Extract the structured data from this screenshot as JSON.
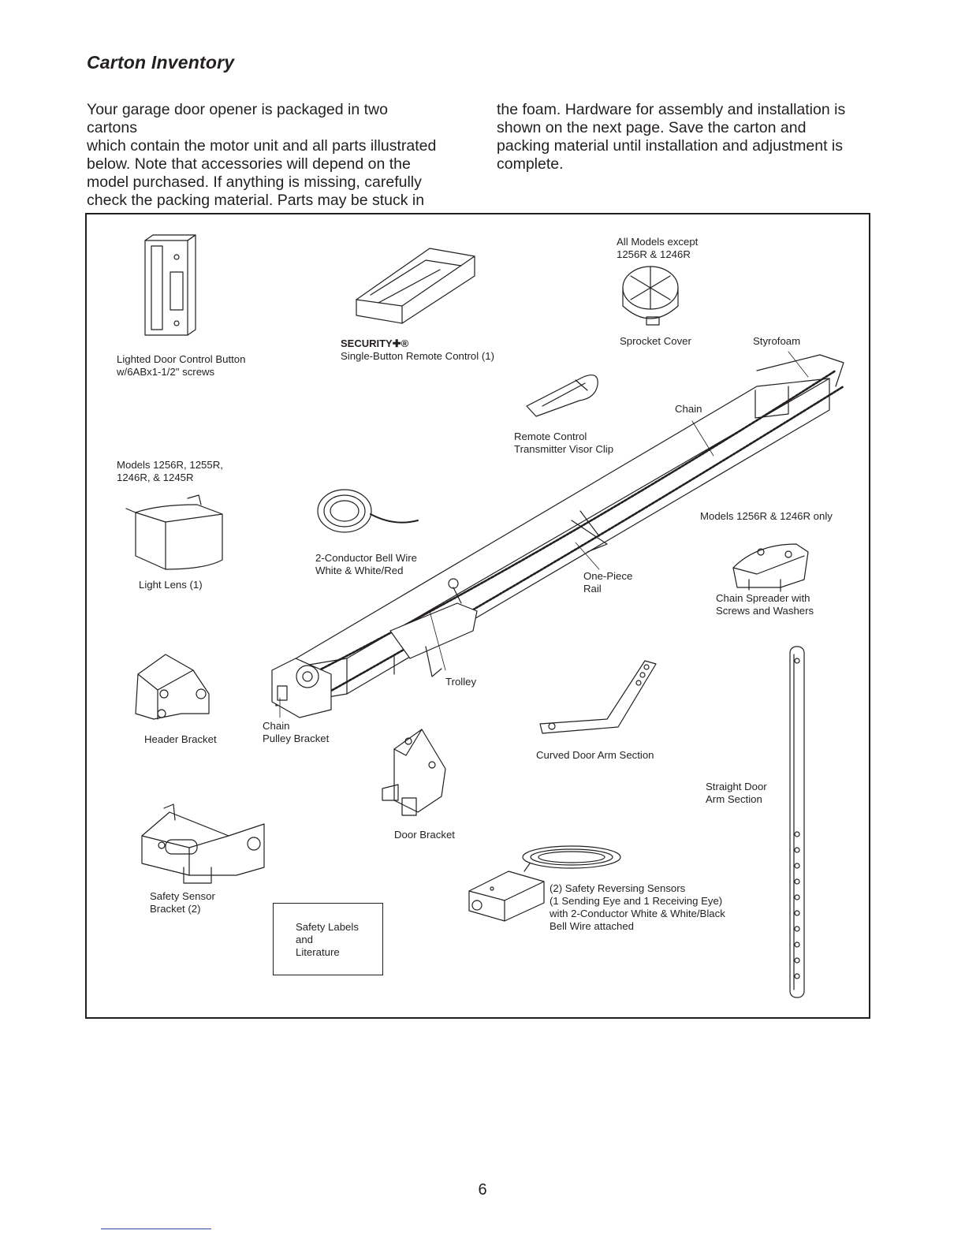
{
  "heading": "Carton Inventory",
  "intro": {
    "left": [
      "Your garage door opener is packaged in two cartons",
      "which contain the motor unit and all parts illustrated",
      "below. Note that accessories will depend on the",
      "model purchased. If anything is missing, carefully",
      "check the packing material. Parts may be stuck in"
    ],
    "right": [
      "the foam. Hardware for assembly and installation is",
      "shown on the next page. Save the carton and",
      "packing material until installation and adjustment is",
      "complete."
    ]
  },
  "labels": {
    "door_control": [
      "Lighted Door Control Button",
      "w/6ABx1-1/2\" screws"
    ],
    "security_brand": "SECURITY✚®",
    "remote": "Single-Button Remote Control (1)",
    "all_models": [
      "All Models except",
      "1256R & 1246R"
    ],
    "sprocket_cover": "Sprocket Cover",
    "styrofoam": "Styrofoam",
    "chain_top": "Chain",
    "visor_clip": [
      "Remote Control",
      "Transmitter Visor Clip"
    ],
    "models_lens": [
      "Models 1256R, 1255R,",
      "1246R, & 1245R"
    ],
    "light_lens": "Light Lens (1)",
    "bell_wire": [
      "2-Conductor Bell Wire",
      "White & White/Red"
    ],
    "rail": [
      "One-Piece",
      "Rail"
    ],
    "models_spreader": "Models 1256R & 1246R only",
    "spreader": [
      "Chain Spreader with",
      "Screws and Washers"
    ],
    "trolley": "Trolley",
    "header_bracket": "Header Bracket",
    "pulley": [
      "Chain",
      "Pulley Bracket"
    ],
    "curved_arm": "Curved Door Arm Section",
    "straight_arm": [
      "Straight Door",
      "Arm Section"
    ],
    "door_bracket": "Door Bracket",
    "sensor_bracket": [
      "Safety Sensor",
      "Bracket (2)"
    ],
    "safety_labels": [
      "Safety Labels",
      "and",
      "Literature"
    ],
    "sensors": [
      "(2) Safety Reversing Sensors",
      "(1 Sending Eye and 1 Receiving Eye)",
      "with 2-Conductor White & White/Black",
      "Bell Wire attached"
    ]
  },
  "page_number": "6"
}
